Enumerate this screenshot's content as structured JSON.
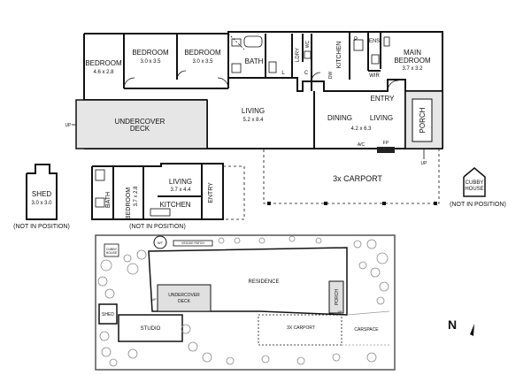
{
  "house": {
    "bedroom_west": {
      "name": "BEDROOM",
      "size": "4.6 x 2.8"
    },
    "bedroom_2": {
      "name": "BEDROOM",
      "size": "3.0 x 3.5"
    },
    "bedroom_3": {
      "name": "BEDROOM",
      "size": "3.0 x 3.5"
    },
    "bath": "BATH",
    "ldry": "LDRY",
    "wc": "WC",
    "lc": "L",
    "c": "C",
    "kitchen": "KITCHEN",
    "dw": "DW",
    "p": "P",
    "ens": "ENS",
    "wir": "WIR",
    "main_bedroom": {
      "name1": "MAIN",
      "name2": "BEDROOM",
      "size": "3.7 x 3.2"
    },
    "entry": "ENTRY",
    "porch": "PORCH",
    "living": {
      "name": "LIVING",
      "size": "5.2 x 8.4"
    },
    "dining": "DINING",
    "living_east": {
      "name": "LIVING",
      "size": "4.2 x 6.3"
    },
    "deck": {
      "line1": "UNDERCOVER",
      "line2": "DECK"
    },
    "ac": "A/C",
    "fp": "FP",
    "up_deck": "UP",
    "up_porch": "UP",
    "carport": "3x CARPORT"
  },
  "studio": {
    "bath": "BATH",
    "bedroom": {
      "name": "BEDROOM",
      "size": "3.7 x 2.8"
    },
    "living": {
      "name": "LIVING",
      "size": "3.7 x 4.4"
    },
    "kitchen": "KITCHEN",
    "entry": "ENTRY",
    "note": "(NOT IN POSITION)"
  },
  "shed": {
    "name": "SHED",
    "size": "3.0 x 3.0",
    "note": "(NOT IN POSITION)"
  },
  "cubby": {
    "line1": "CUBBY",
    "line2": "HOUSE",
    "note": "(NOT IN POSITION)"
  },
  "site": {
    "residence": "RESIDENCE",
    "deck1": "UNDERCOVER",
    "deck2": "DECK",
    "porch": "PORCH",
    "shed": "SHED",
    "studio": "STUDIO",
    "carport": "3X CARPORT",
    "carspace": "CARSPACE",
    "veggie": "VEGGIE PATCH",
    "wt": "WT",
    "cubby1": "CUBBY",
    "cubby2": "HOUSE",
    "up1": "UP",
    "up2": "UP"
  },
  "compass": {
    "north": "N"
  },
  "colors": {
    "wall": "#111111",
    "deck_fill": "#e6e6e6",
    "tree_stroke": "#8a8a8a",
    "fp_fill": "#222222"
  }
}
